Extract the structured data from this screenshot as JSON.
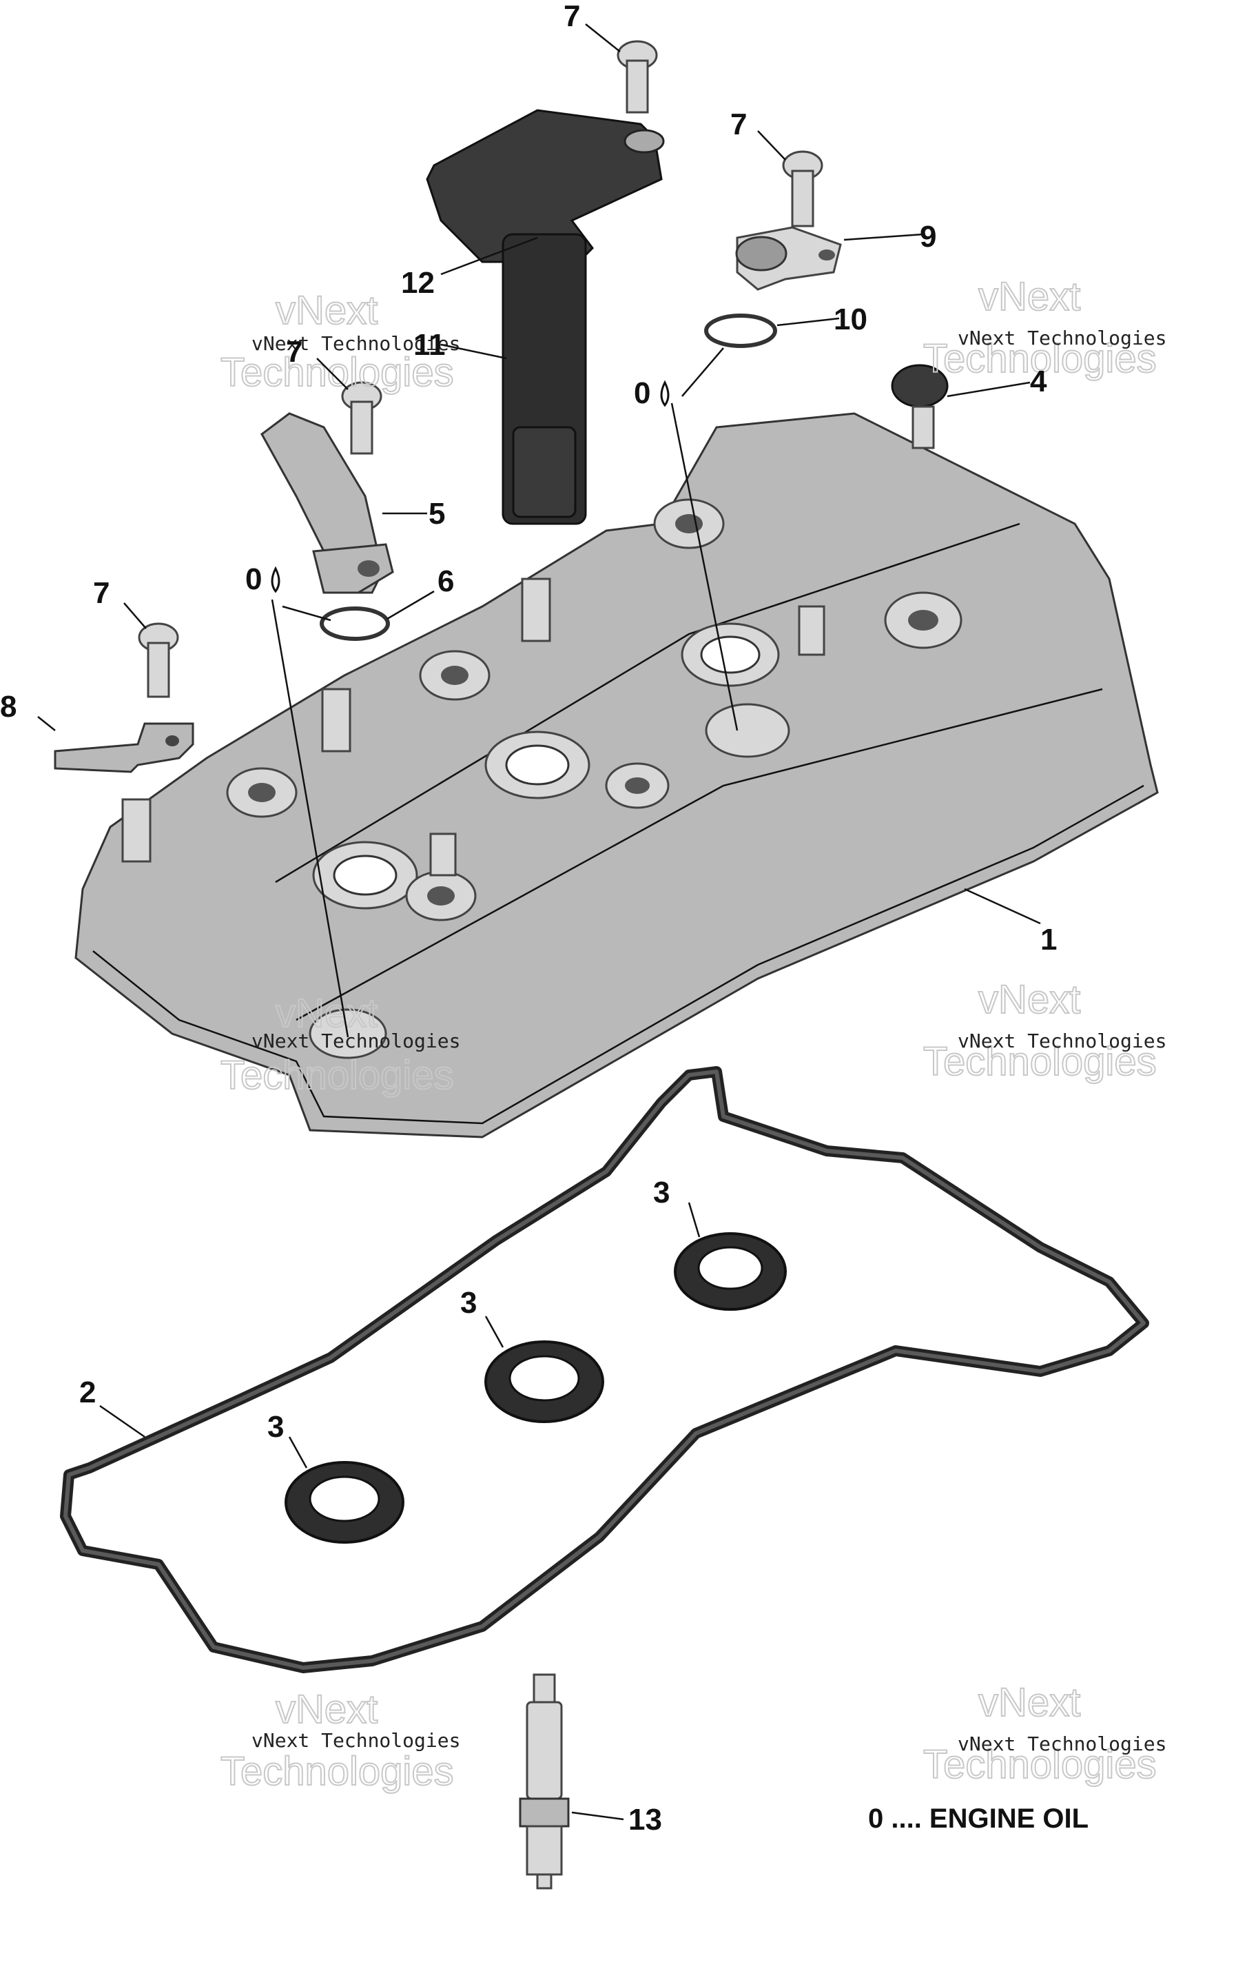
{
  "callouts": {
    "c1": "1",
    "c2": "2",
    "c3a": "3",
    "c3b": "3",
    "c3c": "3",
    "c4": "4",
    "c5": "5",
    "c6": "6",
    "c7a": "7",
    "c7b": "7",
    "c7c": "7",
    "c7d": "7",
    "c8": "8",
    "c9": "9",
    "c10": "10",
    "c11": "11",
    "c12": "12",
    "c13": "13",
    "oil1": "0",
    "oil2": "0"
  },
  "legend": {
    "engine_oil": "0 .... ENGINE OIL"
  },
  "watermark": {
    "line1": "vNext",
    "line2": "Technologies",
    "small": "vNext Technologies"
  },
  "colors": {
    "cover": "#b9b9b9",
    "gasket": "#3a3a3a",
    "coil": "#2e2e2e"
  }
}
